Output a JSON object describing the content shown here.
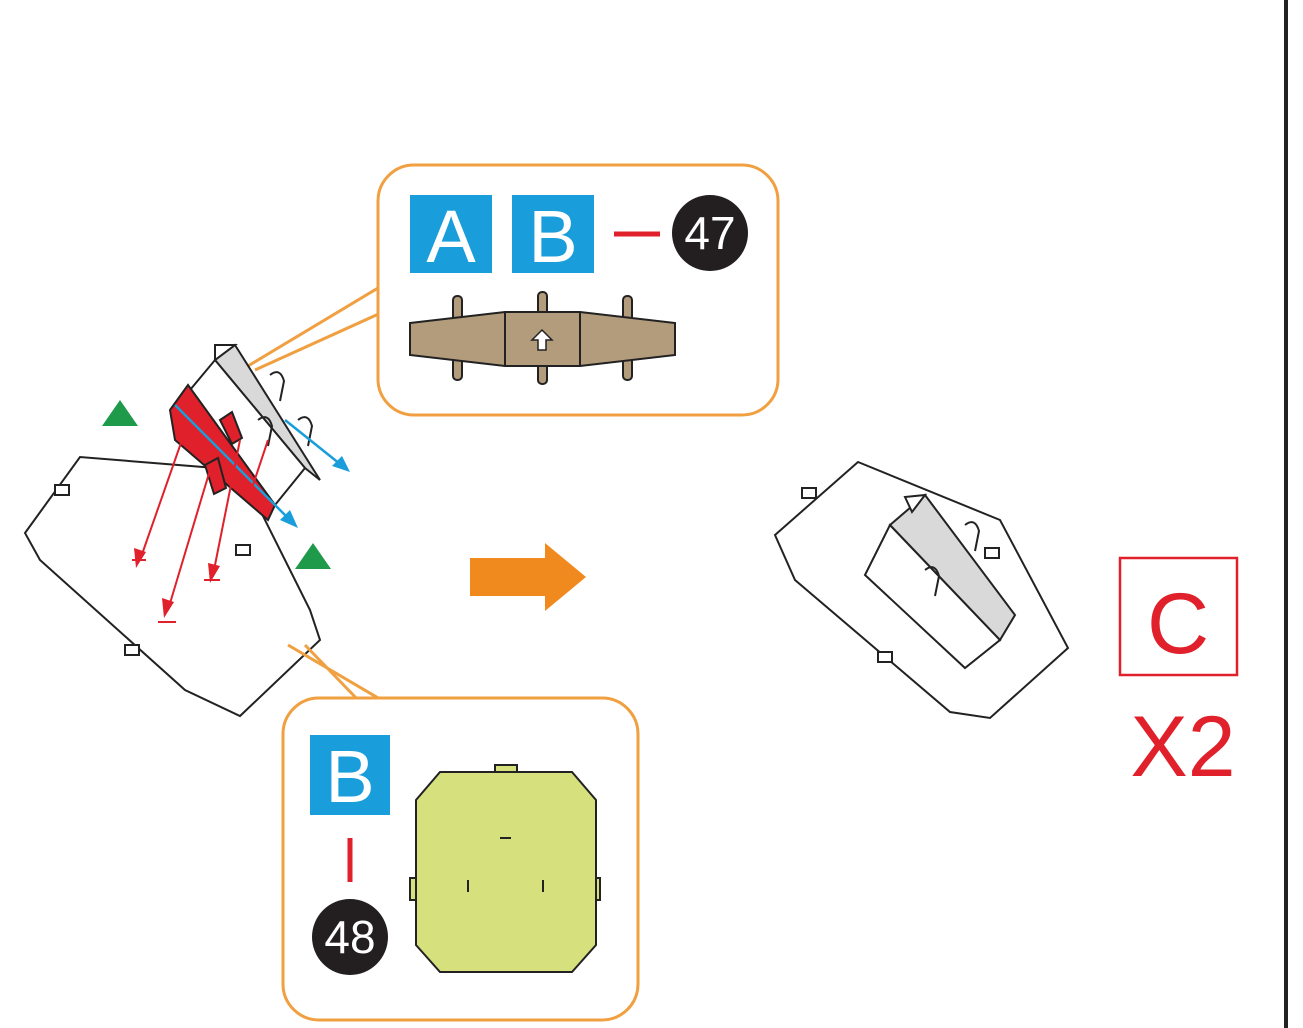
{
  "callout_top": {
    "badges": [
      "A",
      "B"
    ],
    "part_number": "47"
  },
  "callout_bottom": {
    "badges": [
      "B"
    ],
    "part_number": "48"
  },
  "result": {
    "sheet_label": "C",
    "quantity": "X2"
  },
  "colors": {
    "badge_blue": "#1a9ddb",
    "callout_orange": "#f0a040",
    "red": "#e0202a",
    "arrow_orange": "#f18a1e",
    "green": "#1f9a4b",
    "part_tan": "#b39c7c",
    "part_green": "#d6e07c",
    "part_gray": "#d9d9d9"
  },
  "icons": {
    "arrow": "right-arrow-icon",
    "marker": "triangle-marker-icon",
    "part_arrow": "up-arrow-icon"
  }
}
